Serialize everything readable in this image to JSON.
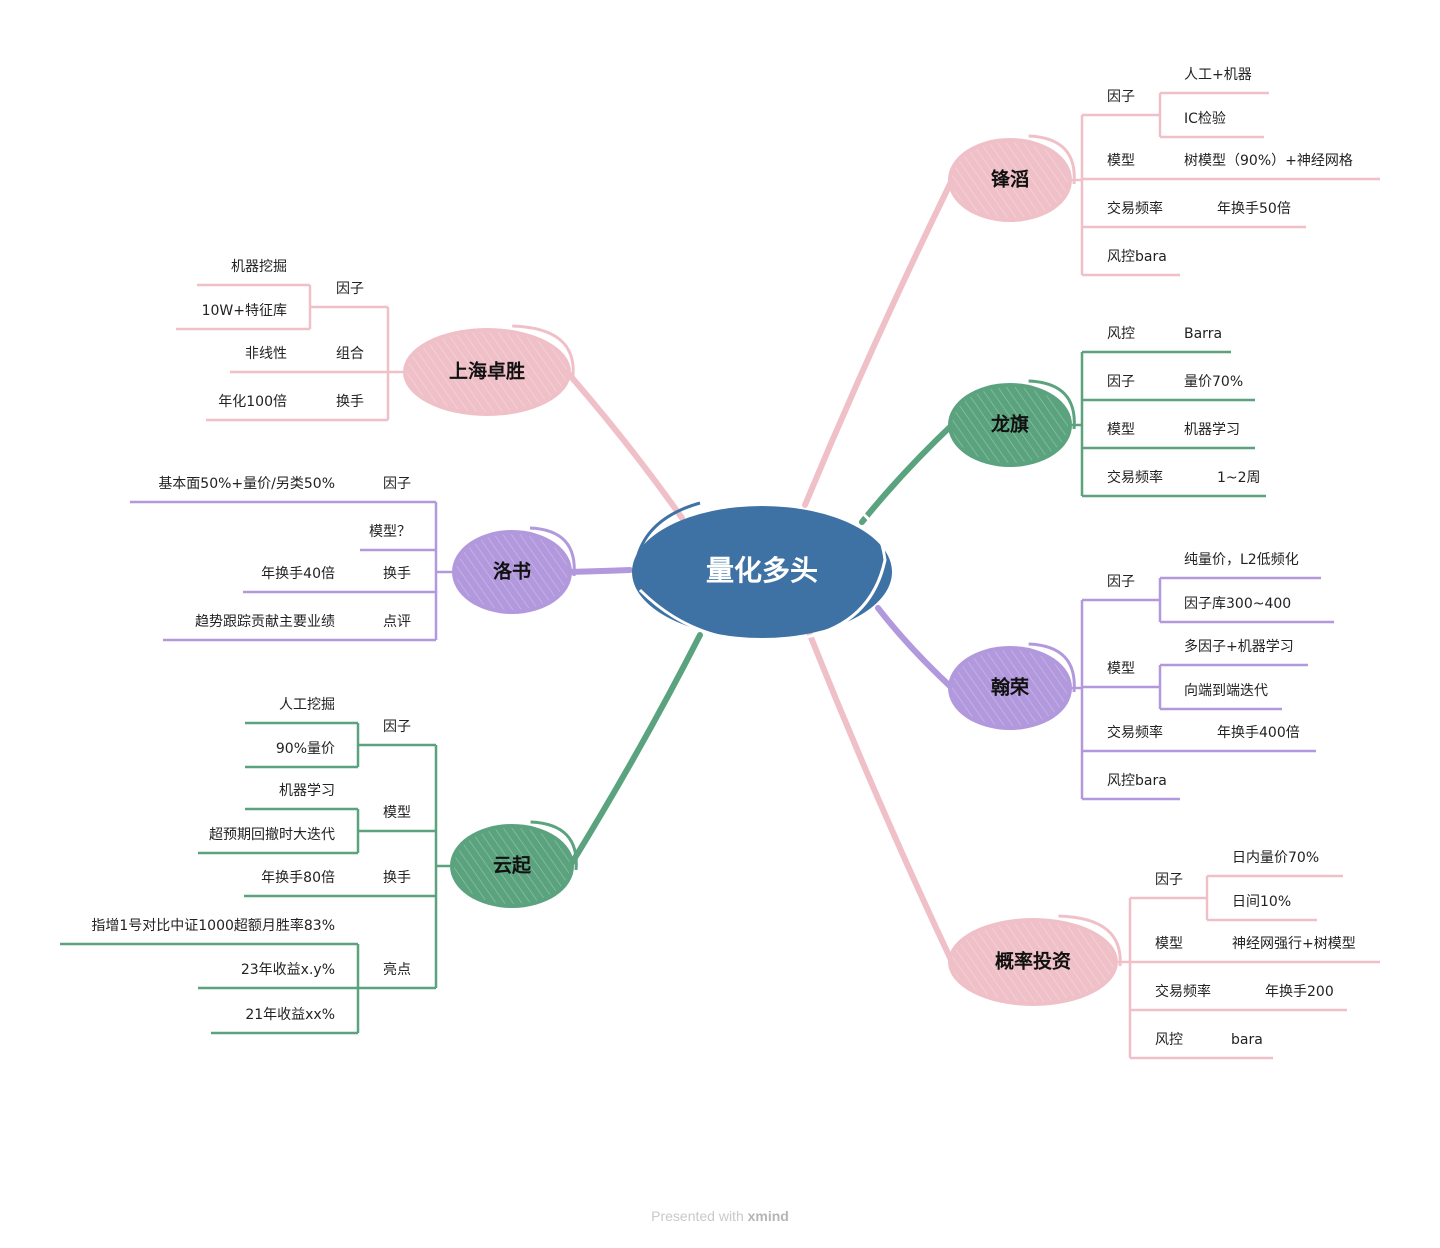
{
  "root": {
    "label": "量化多头"
  },
  "colors": {
    "pink": "#f0c0c8",
    "green": "#5aa37e",
    "purple": "#b298dc",
    "blue": "#3e72a4",
    "text": "#222222"
  },
  "footer": {
    "prefix": "Presented with",
    "brand": "xmind"
  },
  "branches": [
    {
      "label": "锋滔",
      "color": "pink",
      "side": "right",
      "children": [
        {
          "label": "因子",
          "children": [
            {
              "label": "人工+机器"
            },
            {
              "label": "IC检验"
            }
          ]
        },
        {
          "label": "模型",
          "children": [
            {
              "label": "树模型（90%）+神经网格"
            }
          ]
        },
        {
          "label": "交易频率",
          "children": [
            {
              "label": "年换手50倍"
            }
          ]
        },
        {
          "label": "风控bara",
          "children": []
        }
      ]
    },
    {
      "label": "龙旗",
      "color": "green",
      "side": "right",
      "children": [
        {
          "label": "风控",
          "children": [
            {
              "label": "Barra"
            }
          ]
        },
        {
          "label": "因子",
          "children": [
            {
              "label": "量价70%"
            }
          ]
        },
        {
          "label": "模型",
          "children": [
            {
              "label": "机器学习"
            }
          ]
        },
        {
          "label": "交易频率",
          "children": [
            {
              "label": "1~2周"
            }
          ]
        }
      ]
    },
    {
      "label": "翰荣",
      "color": "purple",
      "side": "right",
      "children": [
        {
          "label": "因子",
          "children": [
            {
              "label": "纯量价，L2低频化"
            },
            {
              "label": "因子库300~400"
            }
          ]
        },
        {
          "label": "模型",
          "children": [
            {
              "label": "多因子+机器学习"
            },
            {
              "label": "向端到端迭代"
            }
          ]
        },
        {
          "label": "交易频率",
          "children": [
            {
              "label": "年换手400倍"
            }
          ]
        },
        {
          "label": "风控bara",
          "children": []
        }
      ]
    },
    {
      "label": "概率投资",
      "color": "pink",
      "side": "right",
      "children": [
        {
          "label": "因子",
          "children": [
            {
              "label": "日内量价70%"
            },
            {
              "label": "日间10%"
            }
          ]
        },
        {
          "label": "模型",
          "children": [
            {
              "label": "神经网强行+树模型"
            }
          ]
        },
        {
          "label": "交易频率",
          "children": [
            {
              "label": "年换手200"
            }
          ]
        },
        {
          "label": "风控",
          "children": [
            {
              "label": "bara"
            }
          ]
        }
      ]
    },
    {
      "label": "上海卓胜",
      "color": "pink",
      "side": "left",
      "children": [
        {
          "label": "因子",
          "children": [
            {
              "label": "机器挖掘"
            },
            {
              "label": "10W+特征库"
            }
          ]
        },
        {
          "label": "组合",
          "children": [
            {
              "label": "非线性"
            }
          ]
        },
        {
          "label": "换手",
          "children": [
            {
              "label": "年化100倍"
            }
          ]
        }
      ]
    },
    {
      "label": "洛书",
      "color": "purple",
      "side": "left",
      "children": [
        {
          "label": "因子",
          "children": [
            {
              "label": "基本面50%+量价/另类50%"
            }
          ]
        },
        {
          "label": "模型？",
          "children": []
        },
        {
          "label": "换手",
          "children": [
            {
              "label": "年换手40倍"
            }
          ]
        },
        {
          "label": "点评",
          "children": [
            {
              "label": "趋势跟踪贡献主要业绩"
            }
          ]
        }
      ]
    },
    {
      "label": "云起",
      "color": "green",
      "side": "left",
      "children": [
        {
          "label": "因子",
          "children": [
            {
              "label": "人工挖掘"
            },
            {
              "label": "90%量价"
            }
          ]
        },
        {
          "label": "模型",
          "children": [
            {
              "label": "机器学习"
            },
            {
              "label": "超预期回撤时大迭代"
            }
          ]
        },
        {
          "label": "换手",
          "children": [
            {
              "label": "年换手80倍"
            }
          ]
        },
        {
          "label": "亮点",
          "children": [
            {
              "label": "指增1号对比中证1000超额月胜率83%"
            },
            {
              "label": "23年收益x.y%"
            },
            {
              "label": "21年收益xx%"
            }
          ]
        }
      ]
    }
  ]
}
